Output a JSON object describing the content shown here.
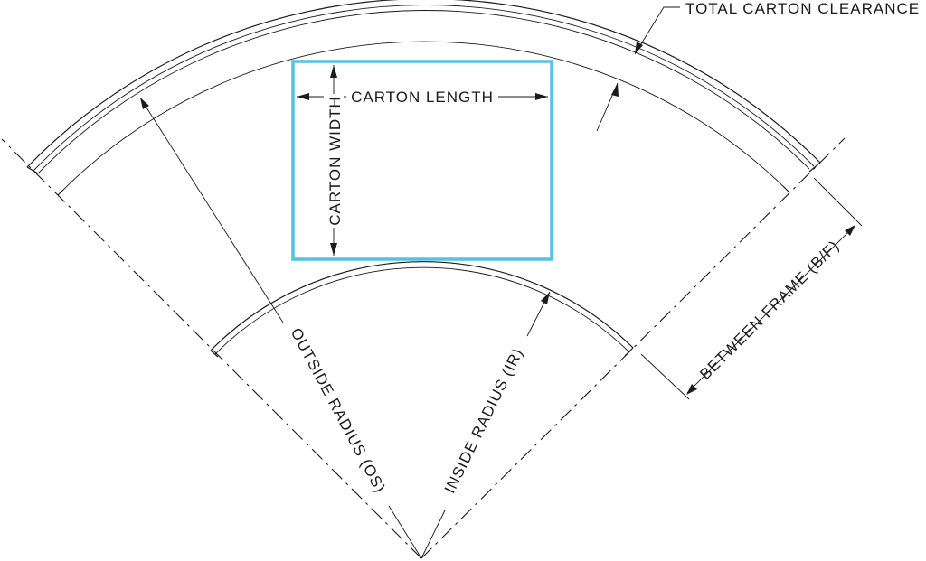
{
  "colors": {
    "carton_outline": "#4fc3e8",
    "line": "#1a1a1a",
    "background": "#ffffff"
  },
  "labels": {
    "total_carton_clearance": "TOTAL CARTON CLEARANCE",
    "carton_length": "CARTON LENGTH",
    "carton_width": "CARTON WIDTH",
    "outside_radius": "OUTSIDE RADIUS (OS)",
    "inside_radius": "INSIDE RADIUS (IR)",
    "between_frame": "BETWEEN FRAME (B/F)"
  }
}
